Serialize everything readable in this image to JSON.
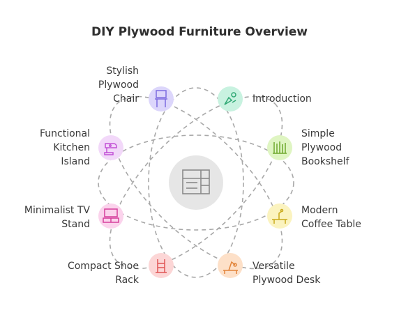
{
  "title": "DIY Plywood Furniture Overview",
  "center": {
    "icon": "plywood-furniture-icon",
    "color": "#e6e6e6"
  },
  "items": [
    {
      "id": "chair",
      "lines": [
        "Stylish",
        "Plywood",
        "Chair"
      ],
      "icon": "chair-icon",
      "color": "#dcd6fb"
    },
    {
      "id": "kitchen",
      "lines": [
        "Functional",
        "Kitchen",
        "Island"
      ],
      "icon": "kitchen-mixer-icon",
      "color": "#f2d8f9"
    },
    {
      "id": "tv",
      "lines": [
        "Minimalist TV",
        "Stand"
      ],
      "icon": "tv-stand-icon",
      "color": "#fbd3ec"
    },
    {
      "id": "shoe",
      "lines": [
        "Compact Shoe",
        "Rack"
      ],
      "icon": "shoe-rack-icon",
      "color": "#fcd6d6"
    },
    {
      "id": "intro",
      "lines": [
        "Introduction"
      ],
      "icon": "introduction-icon",
      "color": "#c8f2e0"
    },
    {
      "id": "bookshelf",
      "lines": [
        "Simple",
        "Plywood",
        "Bookshelf"
      ],
      "icon": "bookshelf-icon",
      "color": "#dff5c2"
    },
    {
      "id": "coffee",
      "lines": [
        "Modern",
        "Coffee Table"
      ],
      "icon": "coffee-table-icon",
      "color": "#fbf3bf"
    },
    {
      "id": "desk",
      "lines": [
        "Versatile",
        "Plywood Desk"
      ],
      "icon": "desk-icon",
      "color": "#fde0c8"
    }
  ]
}
